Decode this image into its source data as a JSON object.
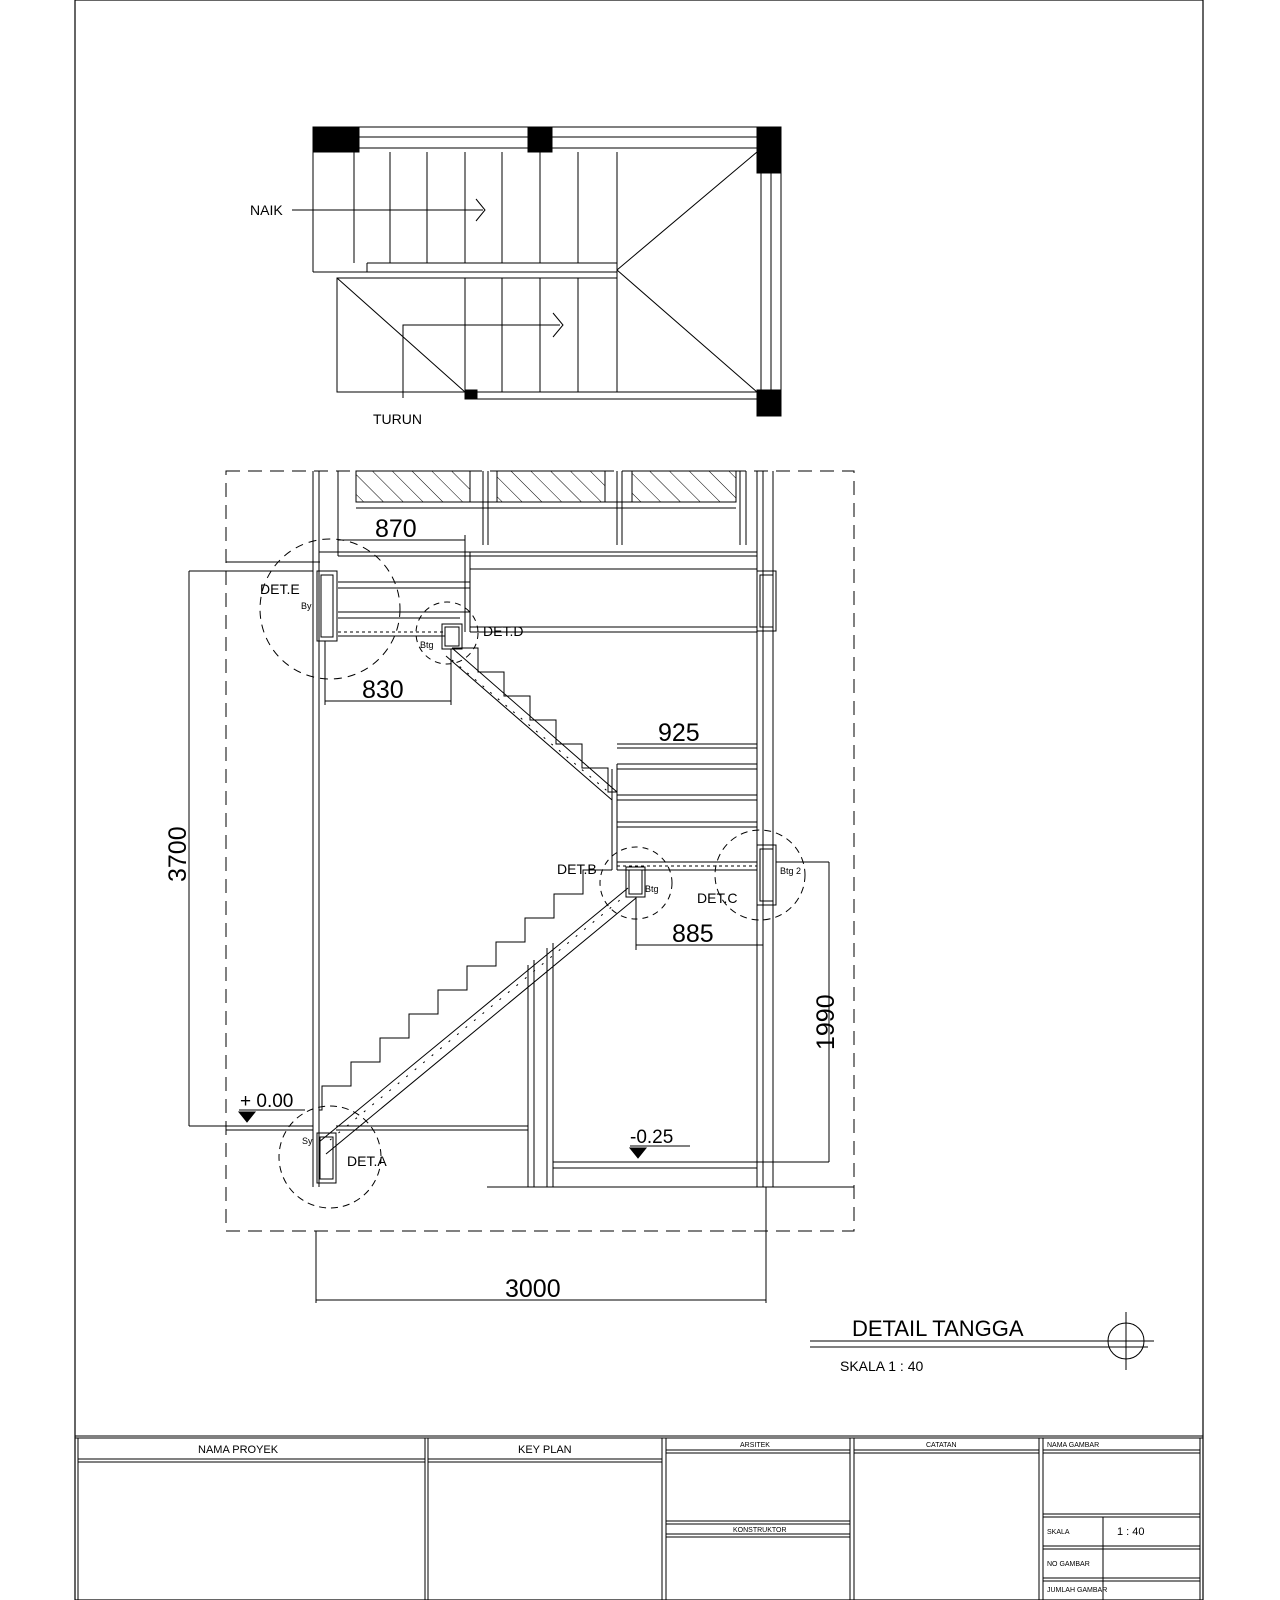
{
  "plan": {
    "naik": "NAIK",
    "turun": "TURUN"
  },
  "section": {
    "dimensions": {
      "d870": "870",
      "d830": "830",
      "d925": "925",
      "d3700": "3700",
      "d885": "885",
      "d1990": "1990",
      "d3000": "3000"
    },
    "levels": {
      "ground": "+ 0.00",
      "lower": "-0.25"
    },
    "details": {
      "det_a": "DET.A",
      "det_b": "DET.B",
      "det_c": "DET.C",
      "det_d": "DET.D",
      "det_e": "DET.E"
    },
    "beam_tags": {
      "by": "By",
      "btg_d": "Btg",
      "btg_b": "Btg",
      "btg2_c": "Btg 2",
      "sy": "Sy"
    }
  },
  "title": {
    "main": "DETAIL TANGGA",
    "scale": "SKALA 1 : 40"
  },
  "title_block": {
    "nama_proyek": "NAMA PROYEK",
    "key_plan": "KEY PLAN",
    "arsitek": "ARSITEK",
    "catatan": "CATATAN",
    "nama_gambar": "NAMA GAMBAR",
    "konstruktor": "KONSTRUKTOR",
    "skala_label": "SKALA",
    "skala_value": "1 : 40",
    "no_gambar": "NO GAMBAR",
    "jumlah_gambar": "JUMLAH GAMBAR"
  }
}
